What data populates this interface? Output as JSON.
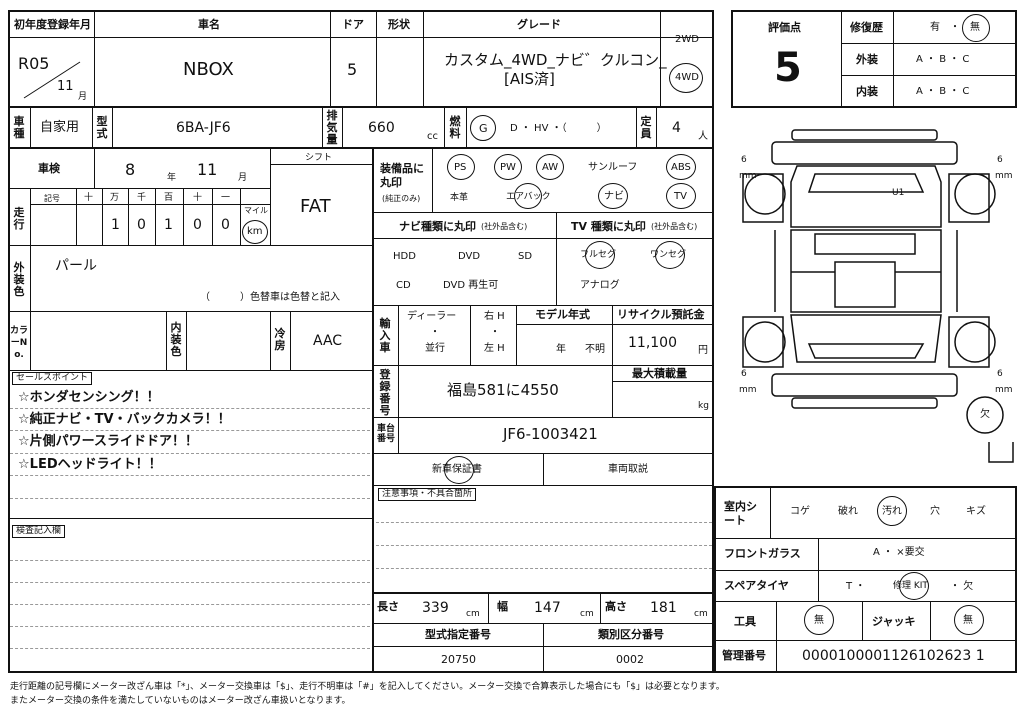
{
  "header": {
    "first_reg_label": "初年度登録年月",
    "first_reg_era": "R05",
    "first_reg_month": "11",
    "first_reg_month_unit": "月",
    "car_name_label": "車名",
    "car_name": "NBOX",
    "door_label": "ドア",
    "doors": "5",
    "shape_label": "形状",
    "grade_label": "グレード",
    "grade_line1": "カスタム_4WD_ナビ゛クルコン_",
    "grade_line2": "[AIS済]",
    "drive_label": "2WD",
    "drive_circled": "4WD"
  },
  "row2": {
    "use_label": "車種",
    "use_value": "自家用",
    "model_label": "型式",
    "model_value": "6BA-JF6",
    "displacement_label": "排気量",
    "displacement_value": "660",
    "displacement_unit": "cc",
    "fuel_label": "燃料",
    "fuel_g": "G",
    "fuel_rest": "D ・ HV ・（　　　）",
    "capacity_label": "定員",
    "capacity_value": "4",
    "capacity_unit": "人"
  },
  "inspection": {
    "label": "車検",
    "year": "8",
    "year_unit": "年",
    "month": "11",
    "month_unit": "月",
    "shift_label": "シフト",
    "shift_value": "FAT"
  },
  "mileage": {
    "label": "走行",
    "symbol_label": "記号",
    "digit_labels": [
      "十",
      "万",
      "千",
      "百",
      "十",
      "一"
    ],
    "digits": [
      "",
      "1",
      "0",
      "1",
      "0",
      "0"
    ],
    "mile_label": "マイル",
    "km_label": "km"
  },
  "color": {
    "label": "外装色",
    "value": "パール",
    "change_note": "（　　　）色替車は色替と記入",
    "color_no_label": "カラーNo.",
    "interior_label": "内装色",
    "ac_label": "冷房",
    "ac_value": "AAC"
  },
  "equipment": {
    "label": "装備品に丸印",
    "sublabel": "(純正のみ)",
    "items_row1": [
      "PS",
      "PW",
      "AW",
      "サンルーフ",
      "ABS"
    ],
    "items_row2": [
      "本革",
      "エアバック",
      "ナビ",
      "TV"
    ]
  },
  "navi": {
    "label": "ナビ種類に丸印",
    "label_note": "(社外品含む)",
    "options": [
      "HDD",
      "DVD",
      "SD",
      "CD",
      "DVD 再生可"
    ],
    "tv_label": "TV 種類に丸印",
    "tv_note": "(社外品含む)",
    "tv_options": [
      "フルセグ",
      "ワンセグ",
      "アナログ"
    ]
  },
  "import": {
    "label": "輸入車",
    "dealer": "ディーラー",
    "dot": "・",
    "parallel": "並行",
    "right_h": "右 H",
    "left_h": "左 H",
    "model_year_label": "モデル年式",
    "model_year_year": "年",
    "model_year_value": "不明",
    "recycle_label": "リサイクル預託金",
    "recycle_value": "11,100",
    "recycle_unit": "円"
  },
  "registration": {
    "label": "登録番号",
    "value": "福島581に4550",
    "max_load_label": "最大積載量",
    "max_load_unit": "kg",
    "chassis_label": "車台番号",
    "chassis_value": "JF6-1003421",
    "warranty_label": "新車保証書",
    "manual_label": "車両取説",
    "caution_label": "注意事項・不具合箇所"
  },
  "sales": {
    "label": "セールスポイント",
    "points": [
      "☆ホンダセンシング！！",
      "☆純正ナビ・TV・バックカメラ！！",
      "☆片側パワースライドドア！！",
      "☆LEDヘッドライト！！"
    ],
    "inspect_label": "検査記入欄"
  },
  "dimensions": {
    "length_label": "長さ",
    "length_value": "339",
    "width_label": "幅",
    "width_value": "147",
    "height_label": "高さ",
    "height_value": "181",
    "unit": "cm",
    "type_cert_label": "型式指定番号",
    "type_cert_value": "20750",
    "category_label": "類別区分番号",
    "category_value": "0002"
  },
  "evaluation": {
    "score_label": "評価点",
    "score_value": "5",
    "repair_label": "修復歴",
    "repair_options": [
      "有",
      "・",
      "無"
    ],
    "exterior_label": "外装",
    "exterior_grades": "A ・ B ・ C",
    "interior_label": "内装",
    "interior_grades": "A ・ B ・ C"
  },
  "diagram": {
    "mm_label": "mm",
    "six": "6",
    "mark_u1": "U1",
    "missing": "欠"
  },
  "condition": {
    "seat_label": "室内シート",
    "seat_options": [
      "コゲ",
      "破れ",
      "汚れ",
      "穴",
      "キズ"
    ],
    "glass_label": "フロントガラス",
    "glass_options": "A ・ ×要交",
    "spare_label": "スペアタイヤ",
    "spare_t": "T ・",
    "spare_kit": "修理 KIT",
    "spare_missing": "・ 欠",
    "tools_label": "工具",
    "tools_value": "無",
    "jack_label": "ジャッキ",
    "jack_value": "無",
    "mgmt_label": "管理番号",
    "mgmt_value": "0000100001126102623 1"
  },
  "footer": {
    "line1": "走行距離の記号欄にメーター改ざん車は「*」、メーター交換車は「$」、走行不明車は「#」を記入してください。メーター交換で合算表示した場合にも「$」は必要となります。",
    "line2": "またメーター交換の条件を満たしていないものはメーター改ざん車扱いとなります。"
  }
}
